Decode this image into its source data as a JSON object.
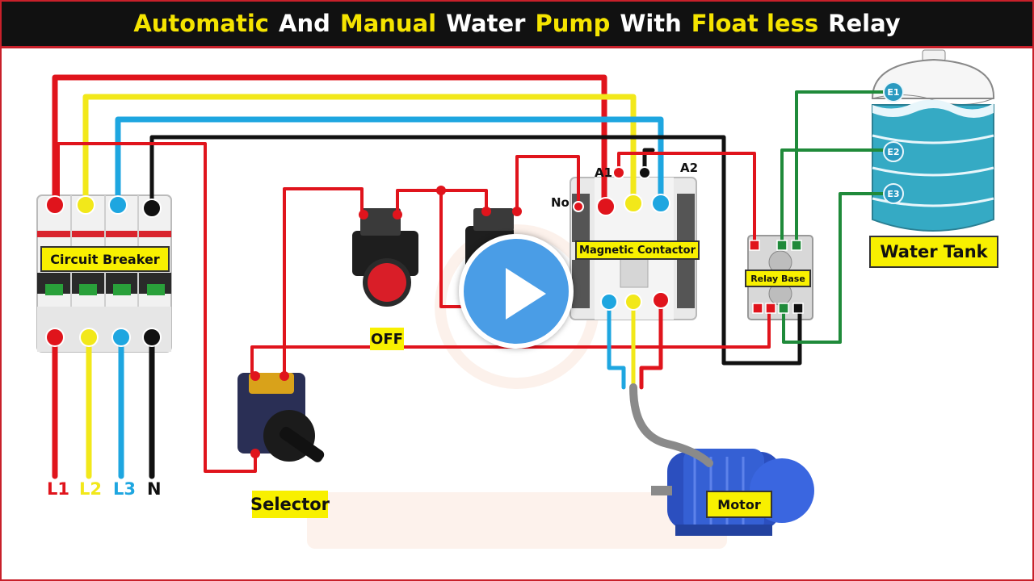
{
  "title": {
    "parts": [
      {
        "text": "Automatic",
        "color": "yellow"
      },
      {
        "text": "And",
        "color": "white"
      },
      {
        "text": "Manual",
        "color": "yellow"
      },
      {
        "text": "Water",
        "color": "white"
      },
      {
        "text": "Pump",
        "color": "yellow"
      },
      {
        "text": "With",
        "color": "white"
      },
      {
        "text": "Float less",
        "color": "yellow"
      },
      {
        "text": "Relay",
        "color": "white"
      }
    ]
  },
  "components": {
    "circuit_breaker": "Circuit  Breaker",
    "magnetic_contactor": "Magnetic Contactor",
    "relay_base": "Relay Base",
    "water_tank": "Water Tank",
    "selector": "Selector",
    "motor": "Motor",
    "off_button": "OFF"
  },
  "terminals": {
    "a1": "A1",
    "a2": "A2",
    "no": "No",
    "e1": "E1",
    "e2": "E2",
    "e3": "E3"
  },
  "lines": {
    "l1": "L1",
    "l2": "L2",
    "l3": "L3",
    "n": "N"
  },
  "colors": {
    "red": "#e0141c",
    "yellow": "#f2e81a",
    "blue": "#1ea6e0",
    "black": "#111111",
    "green": "#1f8a3a",
    "label_bg": "#f8f000",
    "title_bg": "#111111",
    "accent_red": "#c8202a",
    "play_blue": "#4a9de6"
  },
  "icons": {
    "play": "play-icon"
  }
}
